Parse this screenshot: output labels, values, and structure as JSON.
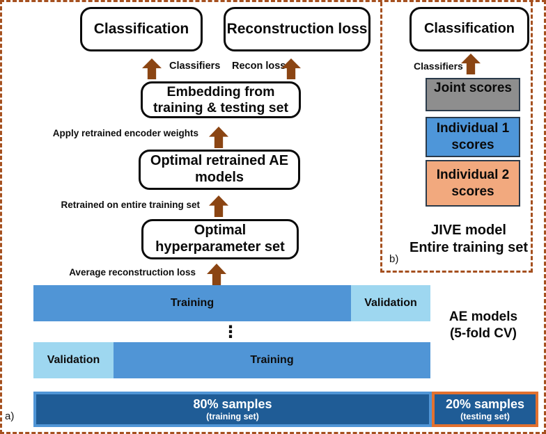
{
  "colors": {
    "dash-border": "#A5501F",
    "arrow-brown": "#8B4513",
    "medium-blue": "#5095D6",
    "light-blue": "#9ED7F0",
    "dark-blue": "#1F5C96",
    "panel-b-blue": "#4E96D9",
    "joint-gray": "#8E8E8E",
    "salmon": "#F2A97E",
    "orange-border": "#E2712F",
    "box-border": "#2A3A4A"
  },
  "panel_a": {
    "corner_label": "a)",
    "top_boxes": {
      "classification": "Classification",
      "reconstruction_loss": "Reconstruction loss"
    },
    "arrow_labels": {
      "classifiers": "Classifiers",
      "recon_loss": "Recon loss",
      "apply_weights": "Apply retrained encoder weights",
      "retrain_entire": "Retrained on entire training set",
      "avg_recon": "Average reconstruction loss"
    },
    "flow_boxes": {
      "embedding_line1": "Embedding from",
      "embedding_line2": "training & testing set",
      "retrained_line1": "Optimal retrained AE",
      "retrained_line2": "models",
      "hyper_line1": "Optimal",
      "hyper_line2": "hyperparameter set"
    },
    "cv": {
      "fold1_training": "Training",
      "fold1_validation": "Validation",
      "fold2_validation": "Validation",
      "fold2_training": "Training",
      "ellipsis": "⋮",
      "caption_line1": "AE models",
      "caption_line2": "(5-fold CV)"
    },
    "split_bar": {
      "train_title": "80% samples",
      "train_sub": "(training set)",
      "test_title": "20% samples",
      "test_sub": "(testing set)"
    }
  },
  "panel_b": {
    "corner_label": "b)",
    "classification": "Classification",
    "classifiers": "Classifiers",
    "joint": "Joint scores",
    "individual1_line1": "Individual 1",
    "individual1_line2": "scores",
    "individual2_line1": "Individual 2",
    "individual2_line2": "scores",
    "caption_line1": "JIVE model",
    "caption_line2": "Entire training set"
  }
}
